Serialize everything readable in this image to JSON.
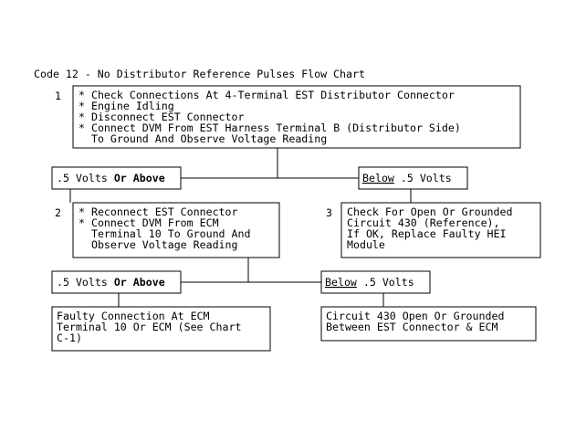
{
  "title": "Code 12 - No Distributor Reference Pulses Flow Chart",
  "steps": [
    {
      "number": "1",
      "lines": [
        "* Check Connections At 4-Terminal EST Distributor Connector",
        "* Engine Idling",
        "* Disconnect EST Connector",
        "* Connect DVM From EST Harness Terminal B (Distributor Side)",
        "  To Ground And Observe Voltage Reading"
      ]
    },
    {
      "number": "2",
      "lines": [
        "* Reconnect EST Connector",
        "* Connect DVM From ECM",
        "  Terminal 10 To Ground And",
        "  Observe Voltage Reading"
      ]
    },
    {
      "number": "3",
      "lines": [
        "Check For Open Or Grounded",
        "Circuit 430 (Reference),",
        "If OK, Replace Faulty HEI",
        "Module"
      ]
    }
  ],
  "conditions": {
    "above_1": {
      "value": ".5 Volts ",
      "connector": "Or Above"
    },
    "below_1": {
      "prefix": "Below",
      "value": " .5 Volts"
    },
    "above_2": {
      "value": ".5 Volts ",
      "connector": "Or Above"
    },
    "below_2": {
      "prefix": "Below",
      "value": " .5 Volts"
    }
  },
  "results": {
    "faulty_connection": {
      "lines": [
        "Faulty Connection At ECM",
        "Terminal 10 Or ECM (See Chart",
        "C-1)"
      ]
    },
    "circuit_open": {
      "lines": [
        "Circuit 430 Open Or Grounded",
        "Between EST Connector & ECM"
      ]
    }
  }
}
